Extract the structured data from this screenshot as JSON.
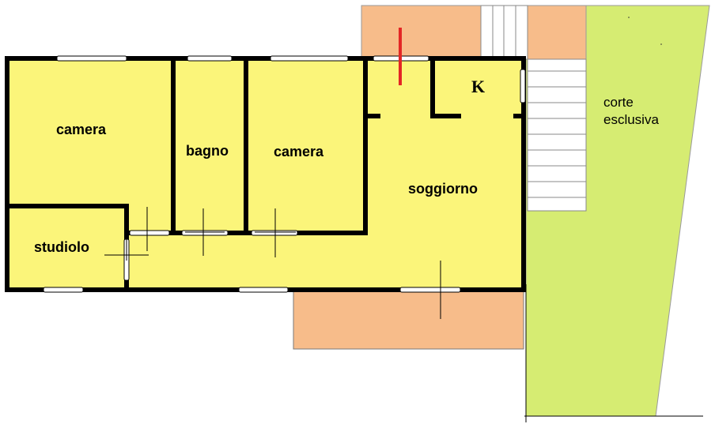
{
  "plan": {
    "rooms": {
      "camera_left": "camera",
      "bagno": "bagno",
      "camera_right": "camera",
      "soggiorno": "soggiorno",
      "studiolo": "studiolo",
      "kitchen": "K"
    },
    "court": {
      "line1": "corte",
      "line2": "esclusiva"
    }
  },
  "colors": {
    "interior": "#FBF57A",
    "terrace": "#F7BC8A",
    "court": "#D6EC72",
    "wall": "#000000",
    "marker": "#E32626",
    "window": "#FFFFFF"
  }
}
